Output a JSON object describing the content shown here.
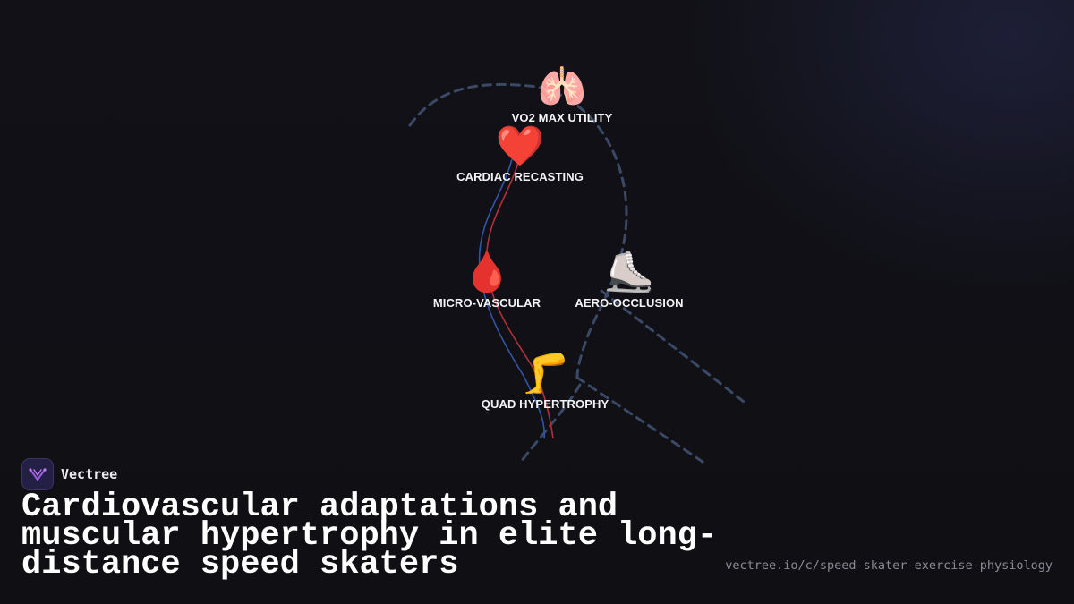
{
  "diagram": {
    "nodes": [
      {
        "id": "vo2",
        "icon": "lungs-icon",
        "emoji": "🫁",
        "label": "VO2 MAX UTILITY"
      },
      {
        "id": "cardiac",
        "icon": "heart-icon",
        "emoji": "❤️",
        "label": "CARDIAC RECASTING"
      },
      {
        "id": "micro",
        "icon": "blood-drop-icon",
        "emoji": "🩸",
        "label": "MICRO-VASCULAR"
      },
      {
        "id": "aero",
        "icon": "ice-skate-icon",
        "emoji": "⛸️",
        "label": "AERO-OCCLUSION"
      },
      {
        "id": "quad",
        "icon": "leg-icon",
        "emoji": "🦵",
        "label": "QUAD HYPERTROPHY"
      }
    ],
    "colors": {
      "skater_outline": "#3a4a66",
      "vein": "#3355a8",
      "artery": "#b0303a"
    }
  },
  "brand": {
    "name": "Vectree",
    "logo_icon": "vectree-logo-icon",
    "logo_color": "#9a5fe0"
  },
  "title": "Cardiovascular adaptations and muscular hypertrophy in elite long-distance speed skaters",
  "url": "vectree.io/c/speed-skater-exercise-physiology"
}
